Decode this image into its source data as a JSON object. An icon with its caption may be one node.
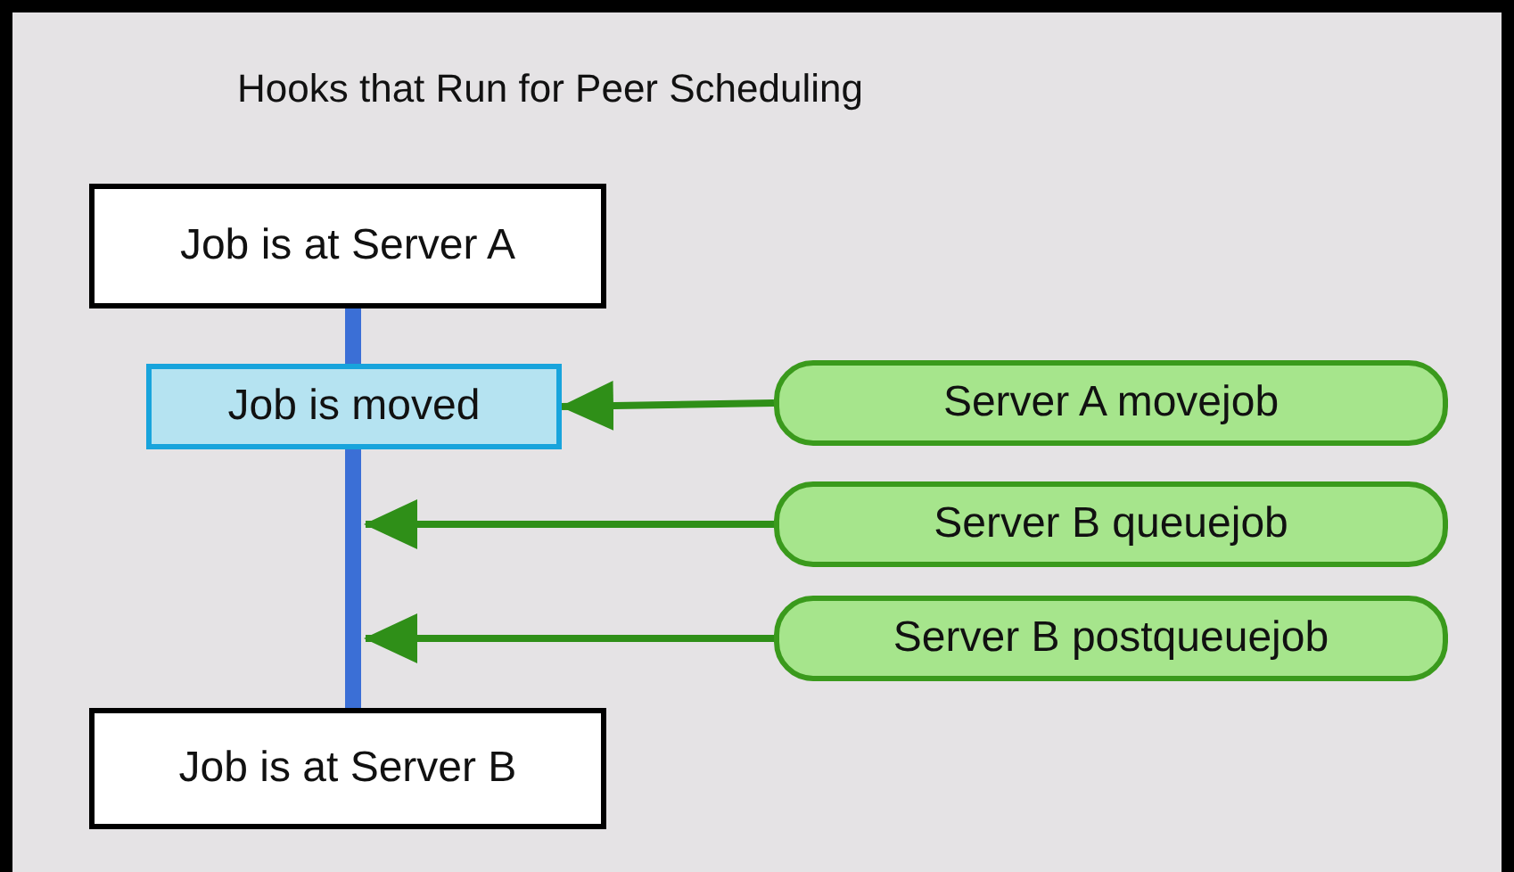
{
  "diagram": {
    "title": "Hooks that Run for Peer Scheduling",
    "nodes": [
      {
        "text": [
          "Job is at Server A"
        ]
      },
      {
        "text": [
          "Job is moved"
        ]
      },
      {
        "text": [
          "Job is at Server B"
        ]
      },
      {
        "text": [
          "Server A movejob"
        ]
      },
      {
        "text": [
          "Server B queuejob"
        ]
      },
      {
        "text": [
          "Server B postqueuejob"
        ]
      }
    ],
    "edges": [
      {
        "from": 0,
        "to": 1,
        "arrow": "none",
        "style": "thick",
        "color": "#3b6fd6"
      },
      {
        "from": 1,
        "to": 2,
        "arrow": "none",
        "style": "thick",
        "color": "#3b6fd6"
      },
      {
        "from": 3,
        "to": 1,
        "arrow": "to"
      },
      {
        "from": 4,
        "to": null,
        "arrow": "to"
      },
      {
        "from": 5,
        "to": null,
        "arrow": "to"
      }
    ]
  }
}
